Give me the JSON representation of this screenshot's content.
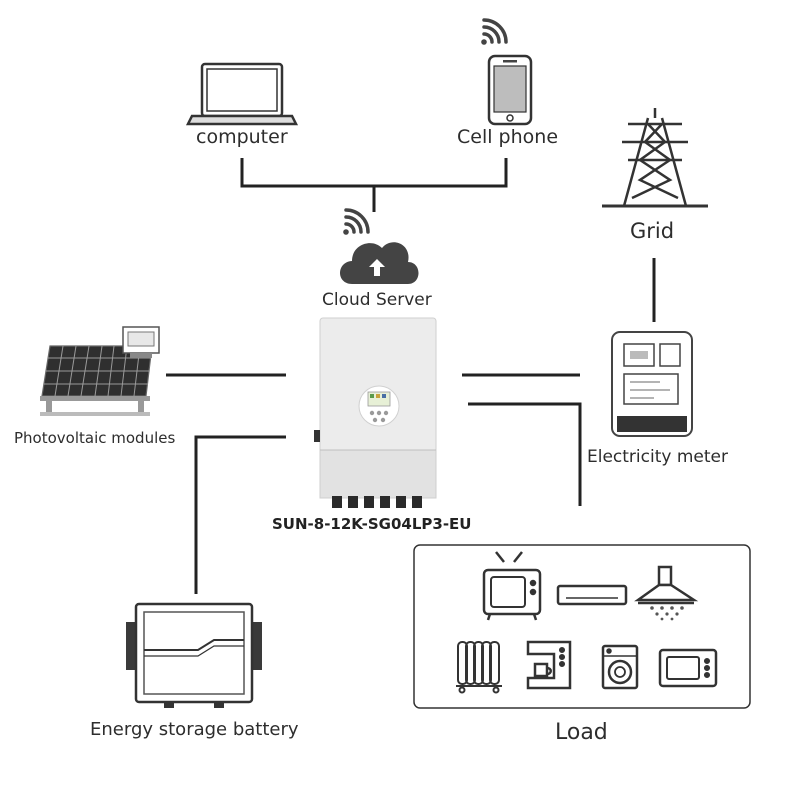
{
  "nodes": {
    "computer": {
      "label": "computer",
      "icon": "laptop-icon"
    },
    "cell_phone": {
      "label": "Cell phone",
      "icon": "smartphone-icon"
    },
    "grid": {
      "label": "Grid",
      "icon": "transmission-tower-icon"
    },
    "cloud_server": {
      "label": "Cloud Server",
      "icon": "cloud-upload-icon"
    },
    "pv_modules": {
      "label": "Photovoltaic modules",
      "icon": "solar-panel-icon"
    },
    "inverter": {
      "label": "SUN-8-12K-SG04LP3-EU",
      "icon": "hybrid-inverter-icon"
    },
    "electricity_meter": {
      "label": "Electricity meter",
      "icon": "electricity-meter-icon"
    },
    "battery": {
      "label": "Energy storage battery",
      "icon": "battery-cabinet-icon"
    },
    "load": {
      "label": "Load",
      "appliances": [
        "tv-icon",
        "air-conditioner-icon",
        "range-hood-icon",
        "oil-heater-icon",
        "coffee-machine-icon",
        "washing-machine-icon",
        "microwave-icon"
      ]
    }
  },
  "connections": [
    [
      "computer",
      "cloud_server"
    ],
    [
      "cell_phone",
      "cloud_server"
    ],
    [
      "pv_modules",
      "inverter"
    ],
    [
      "inverter",
      "electricity_meter"
    ],
    [
      "inverter",
      "load"
    ],
    [
      "electricity_meter",
      "grid"
    ],
    [
      "battery",
      "inverter"
    ]
  ],
  "colors": {
    "line": "#222222",
    "icon": "#333333",
    "device_body": "#e9e9e9"
  }
}
